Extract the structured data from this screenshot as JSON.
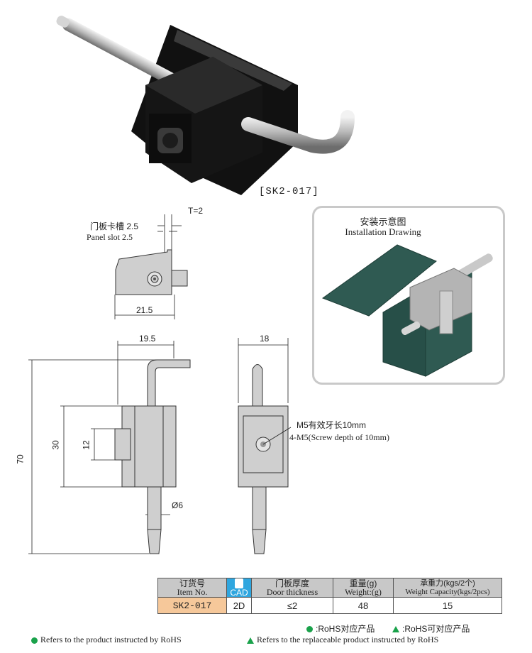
{
  "product": {
    "model_tag": "[SK2-017]"
  },
  "top_view": {
    "t_label": "T=2",
    "slot_cn": "门板卡槽 2.5",
    "slot_en": "Panel slot 2.5",
    "width_label": "21.5"
  },
  "front_view": {
    "width_label": "19.5",
    "height_label": "70",
    "body_label": "30",
    "inner_label": "12",
    "pin_label": "Ø6"
  },
  "side_view": {
    "width_label": "18",
    "screw_cn": "M5有效牙长10mm",
    "screw_en": "4-M5(Screw depth of 10mm)"
  },
  "installation": {
    "title_cn": "安装示意图",
    "title_en": "Installation Drawing"
  },
  "spec_table": {
    "headers": [
      {
        "cn": "订货号",
        "en": "Item No."
      },
      {
        "cn": "CAD",
        "en": ""
      },
      {
        "cn": "门板厚度",
        "en": "Door thickness"
      },
      {
        "cn": "重量(g)",
        "en": "Weight:(g)"
      },
      {
        "cn": "承重力(kgs/2个)",
        "en": "Weight Capacity(kgs/2pcs)"
      }
    ],
    "row": {
      "item": "SK2-017",
      "cad": "2D",
      "thickness": "≤2",
      "weight": "48",
      "capacity": "15"
    }
  },
  "rohs": {
    "legend_dot": ":RoHS对应产品",
    "legend_tri": ":RoHS可对应产品",
    "note_dot": "Refers to the product instructed by RoHS",
    "note_tri": "Refers to the replaceable product instructed by RoHS"
  },
  "colors": {
    "cad_blue": "#2fa6df",
    "rohs_green": "#1aa24b",
    "item_cell": "#f6c89a",
    "panel_teal": "#2f5a52"
  }
}
